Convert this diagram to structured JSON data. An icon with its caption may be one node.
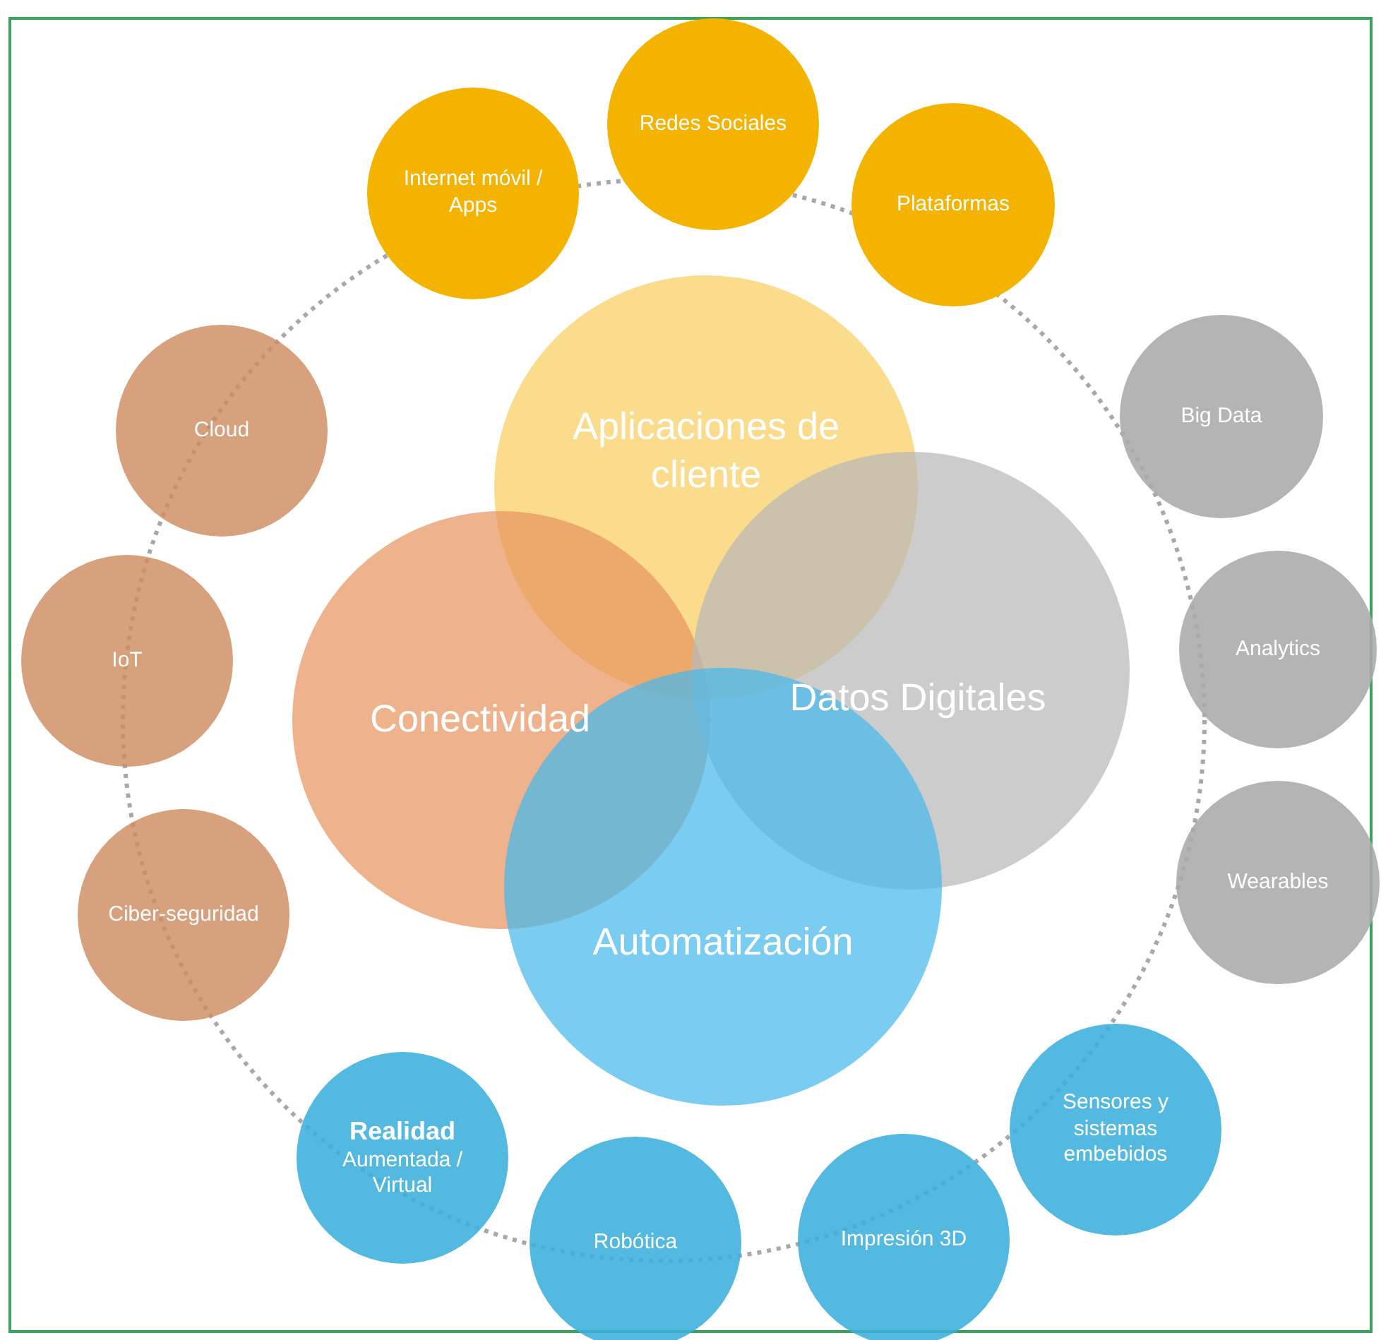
{
  "diagram": {
    "nodes": [
      {
        "text": [
          "Aplicaciones de cliente"
        ]
      },
      {
        "text": [
          "Conectividad"
        ]
      },
      {
        "text": [
          "Datos Digitales"
        ]
      },
      {
        "text": [
          "Automatización"
        ]
      },
      {
        "text": [
          "Redes Sociales"
        ]
      },
      {
        "text": [
          "Internet móvil / Apps"
        ]
      },
      {
        "text": [
          "Plataformas"
        ]
      },
      {
        "text": [
          "Big Data"
        ]
      },
      {
        "text": [
          "Cloud"
        ]
      },
      {
        "text": [
          "Analytics"
        ]
      },
      {
        "text": [
          "IoT"
        ]
      },
      {
        "text": [
          "Wearables"
        ]
      },
      {
        "text": [
          "Ciber-seguridad"
        ]
      },
      {
        "text": [
          "Sensores y sistemas embebidos"
        ]
      },
      {
        "text": [
          "Realidad",
          "Aumentada / Virtual"
        ]
      },
      {
        "text": [
          "Impresión 3D"
        ]
      },
      {
        "text": [
          "Robótica"
        ]
      }
    ]
  }
}
